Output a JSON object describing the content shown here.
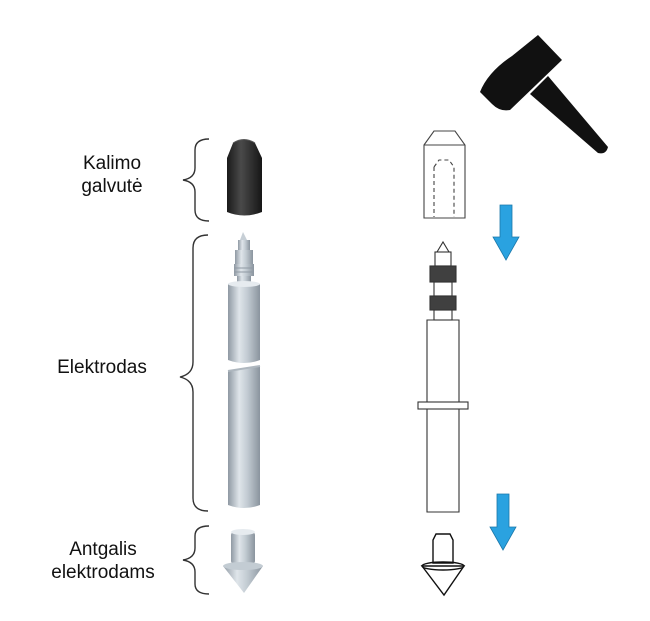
{
  "labels": {
    "driving_head": {
      "line1": "Kalimo",
      "line2": "galvutė"
    },
    "electrode": {
      "line1": "Elektrodas"
    },
    "tip": {
      "line1": "Antgalis",
      "line2": "elektrodams"
    }
  },
  "colors": {
    "arrow": "#2aa2e0",
    "hammer": "#111111",
    "head_dark": "#2b2b2b",
    "steel": "#b9c2ca",
    "outline": "#222222",
    "bracket": "#333333"
  },
  "icons": {
    "hammer": "hammer-icon",
    "arrow": "arrow-down-icon"
  }
}
